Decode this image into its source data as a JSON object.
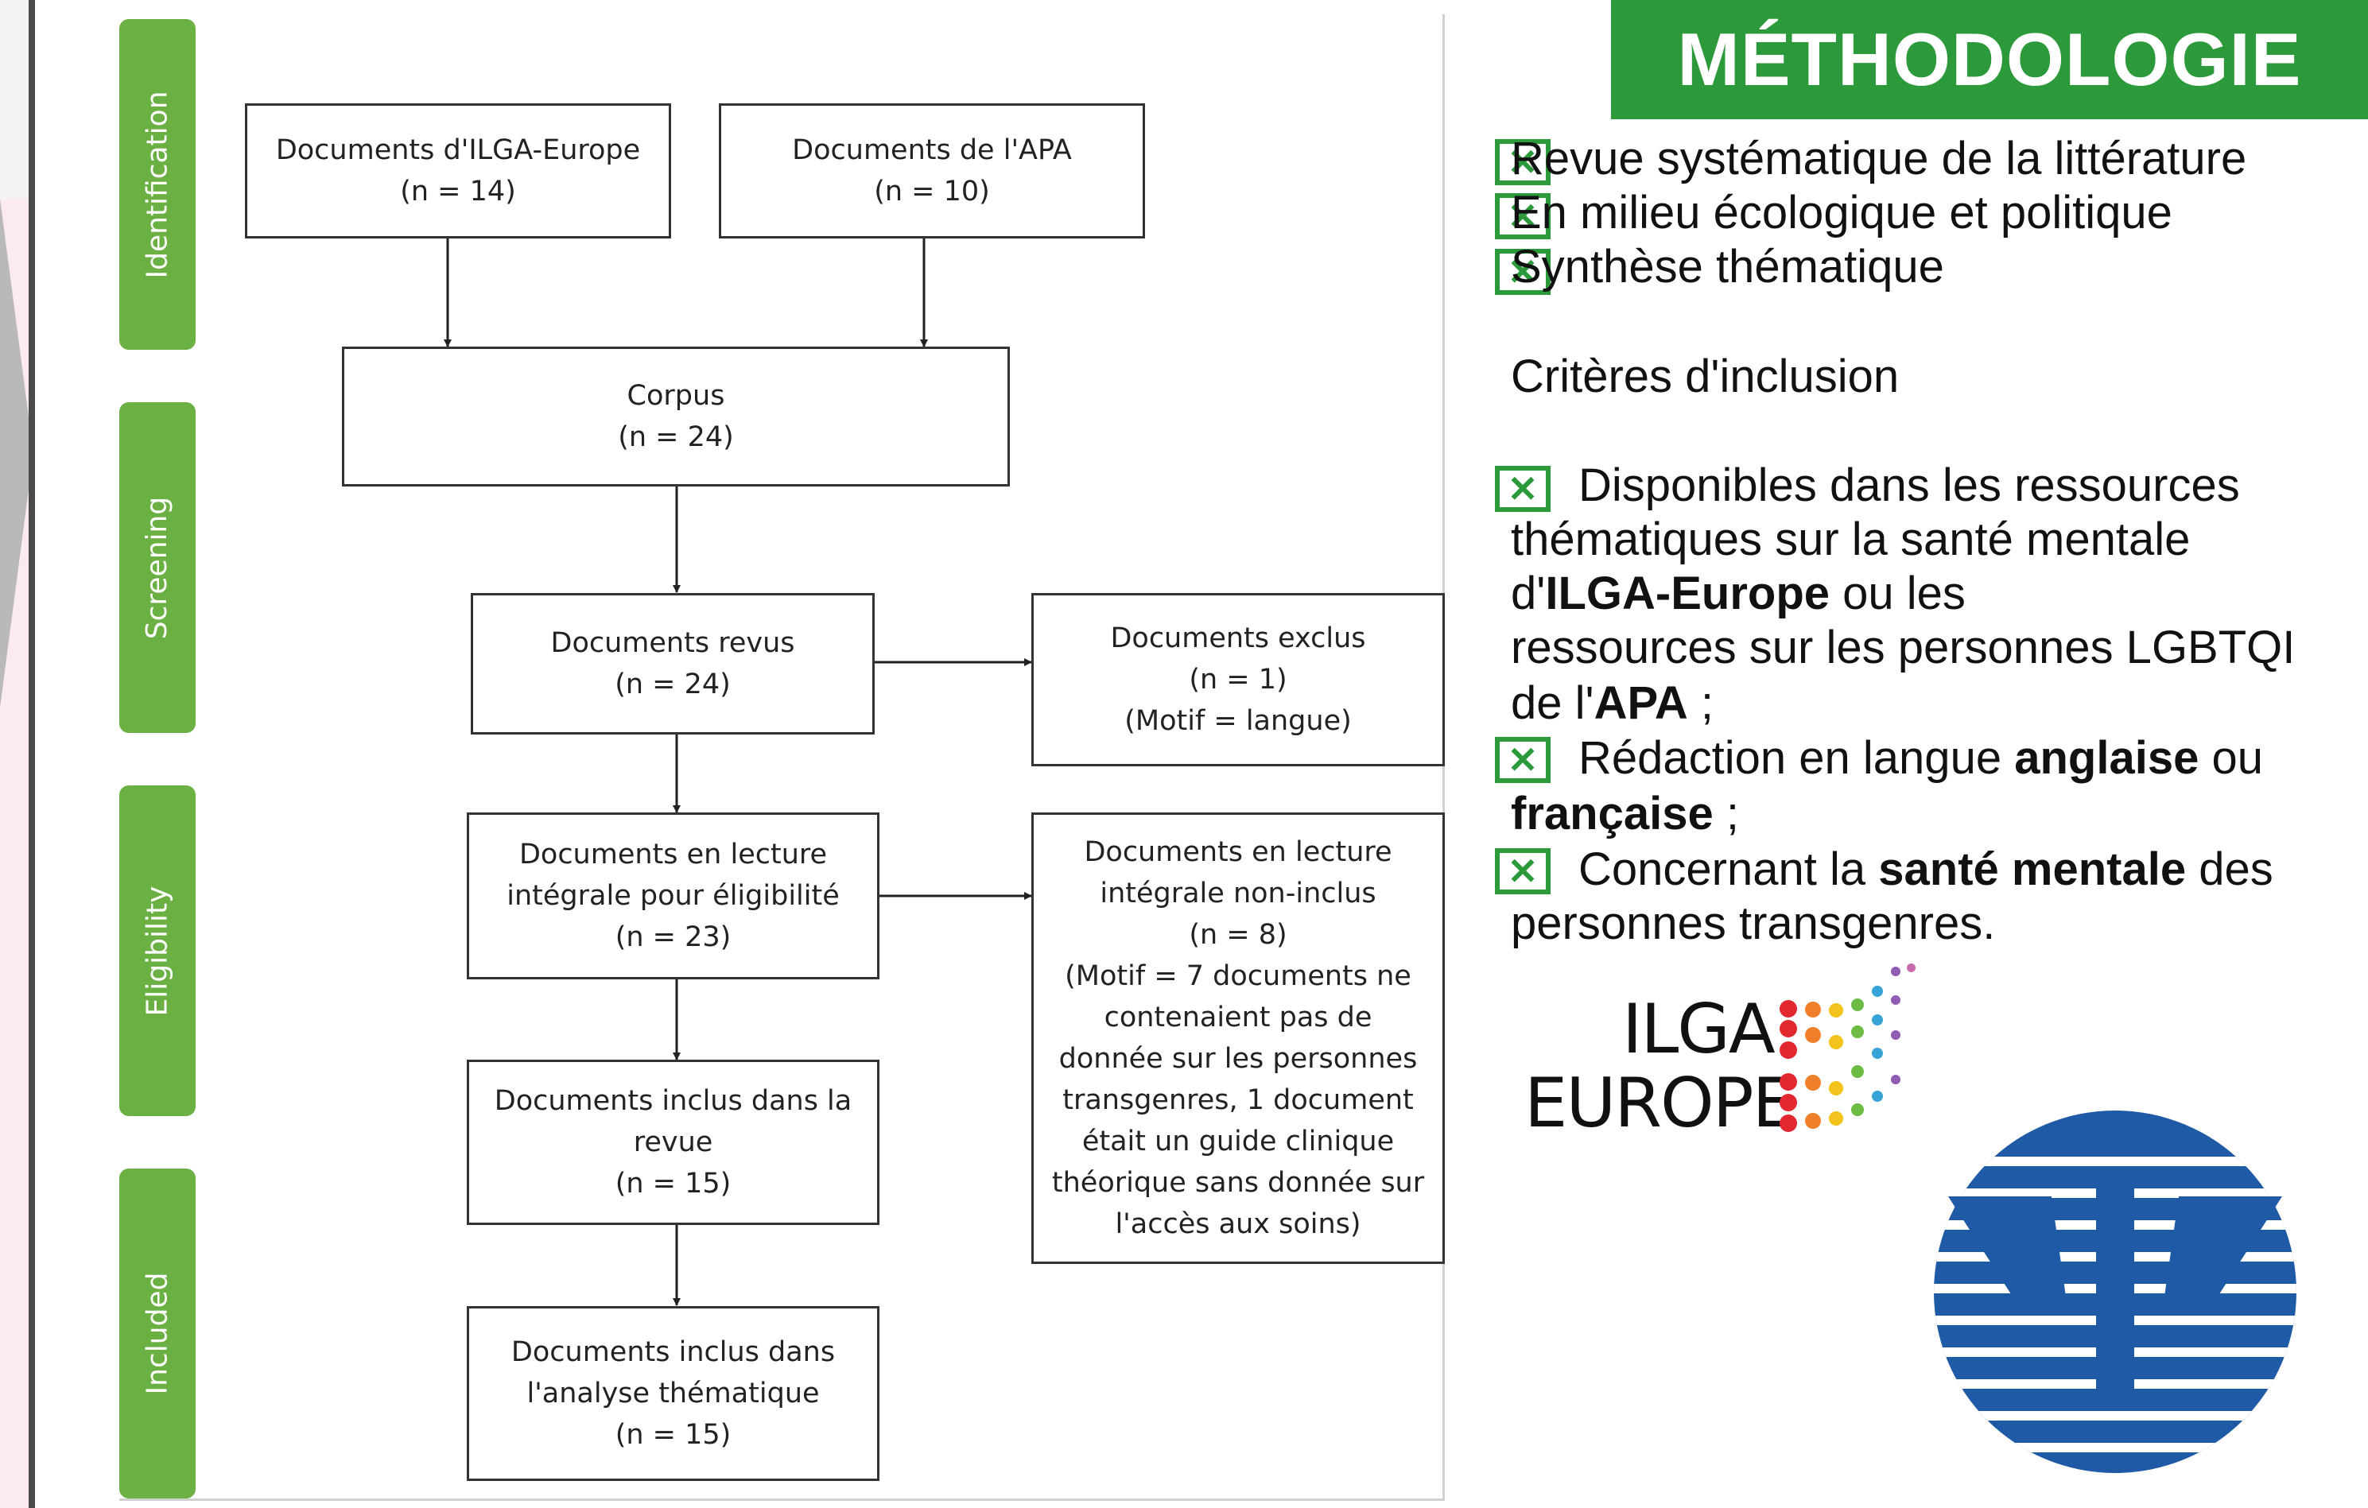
{
  "stages": [
    {
      "label": "Identification"
    },
    {
      "label": "Screening"
    },
    {
      "label": "Eligibility"
    },
    {
      "label": "Included"
    }
  ],
  "flowchart": {
    "ilga_docs": {
      "line1": "Documents d'ILGA-Europe",
      "line2": "(n = 14)"
    },
    "apa_docs": {
      "line1": "Documents de l'APA",
      "line2": "(n = 10)"
    },
    "corpus": {
      "line1": "Corpus",
      "line2": "(n = 24)"
    },
    "reviewed": {
      "line1": "Documents revus",
      "line2": "(n = 24)"
    },
    "excluded": {
      "line1": "Documents exclus",
      "line2": "(n = 1)",
      "line3": "(Motif = langue)"
    },
    "fulltext": {
      "line1": "Documents en lecture",
      "line2": "intégrale pour éligibilité",
      "line3": "(n = 23)"
    },
    "not_included": {
      "line1": "Documents en lecture",
      "line2": "intégrale non-inclus",
      "line3": "(n = 8)",
      "line4": "(Motif = 7 documents ne",
      "line5": "contenaient pas de",
      "line6": "donnée sur les personnes",
      "line7": "transgenres, 1 document",
      "line8": "était un guide clinique",
      "line9": "théorique sans donnée sur",
      "line10": "l'accès aux soins)"
    },
    "included_review": {
      "line1": "Documents inclus dans la",
      "line2": "revue",
      "line3": "(n = 15)"
    },
    "included_analysis": {
      "line1": "Documents inclus dans",
      "line2": "l'analyse thématique",
      "line3": "(n = 15)"
    }
  },
  "methodology": {
    "title": "MÉTHODOLOGIE",
    "check_glyph": "✕",
    "items": [
      "Revue systématique de la littérature",
      "En milieu écologique et politique",
      "Synthèse thématique"
    ],
    "criteria_heading": "Critères d'inclusion",
    "criterion1": {
      "l1": "Disponibles dans les ressources",
      "l2": "thématiques sur la santé mentale",
      "l3a": "d'",
      "l3b": "ILGA-Europe",
      "l3c": " ou les",
      "l4": "ressources sur les personnes LGBTQI",
      "l5a": "de l'",
      "l5b": "APA",
      "l5c": " ;"
    },
    "criterion2": {
      "l1a": "Rédaction en langue",
      "l1b": "anglaise",
      "l1c": "ou",
      "l2a": "française",
      "l2b": " ;"
    },
    "criterion3": {
      "l1a": "Concernant la",
      "l1b": "santé mentale",
      "l1c": "des",
      "l2": "personnes transgenres."
    }
  },
  "logos": {
    "ilga_line1": "ILGA",
    "ilga_line2": "EUROPE"
  }
}
